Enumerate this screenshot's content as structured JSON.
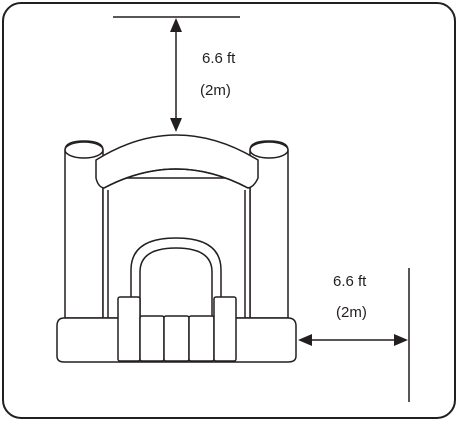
{
  "labels": {
    "top_measure": "6.6 ft",
    "top_measure_metric": "(2m)",
    "side_measure": "6.6 ft",
    "side_measure_metric": "(2m)"
  },
  "colors": {
    "stroke": "#231f20",
    "fill": "#ffffff",
    "background": "#ffffff"
  },
  "icons": {
    "bounce_house": "bounce-house-illustration",
    "arrow": "double-headed-arrow"
  }
}
